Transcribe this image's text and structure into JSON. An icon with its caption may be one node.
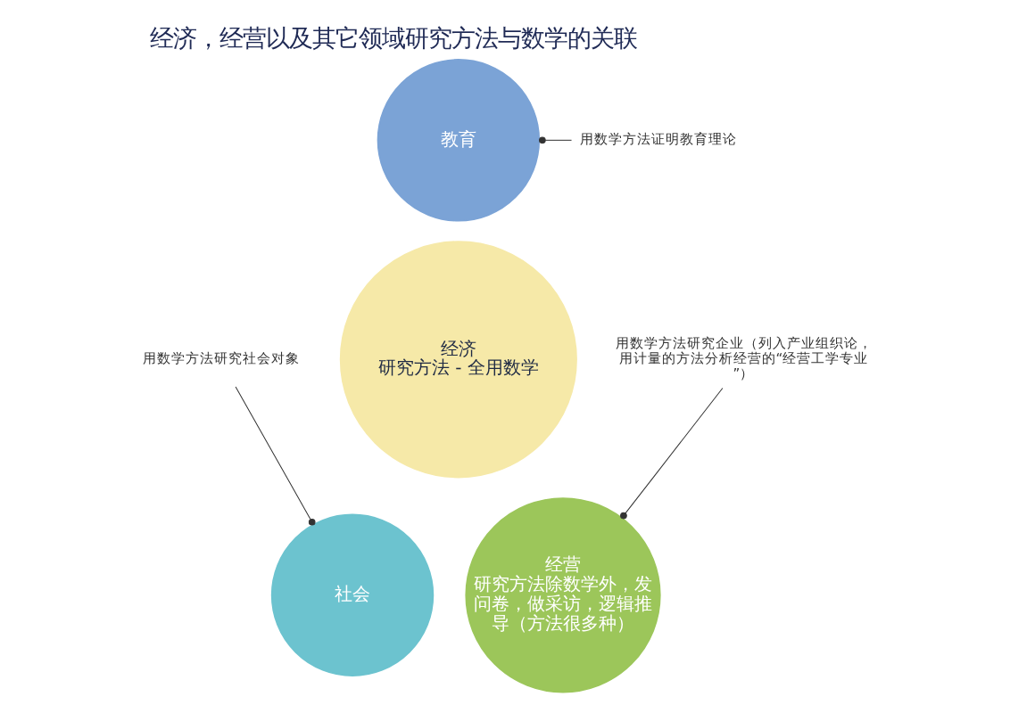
{
  "diagram": {
    "title": "经济，经营以及其它领域研究方法与数学的关联",
    "nodes": [
      {
        "text": [
          "教育"
        ]
      },
      {
        "text": [
          "经济",
          "研究方法 - 全用数学"
        ]
      },
      {
        "text": [
          "社会"
        ]
      },
      {
        "text": [
          "经营",
          "研究方法除数学外，发问卷，做采访，逻辑推导（方法很多种）"
        ]
      },
      {
        "text": [
          "用数学方法证明教育理论"
        ]
      },
      {
        "text": [
          "用数学方法研究企业（列入产业组织论，用计量的方法分析经营的“经营工学专业”）"
        ]
      },
      {
        "text": [
          "用数学方法研究社会对象"
        ]
      }
    ],
    "edges": [
      {
        "from": 4,
        "to": 0,
        "arrow": "other"
      },
      {
        "from": 5,
        "to": 3,
        "arrow": "other"
      },
      {
        "from": 6,
        "to": 2,
        "arrow": "other"
      }
    ]
  }
}
